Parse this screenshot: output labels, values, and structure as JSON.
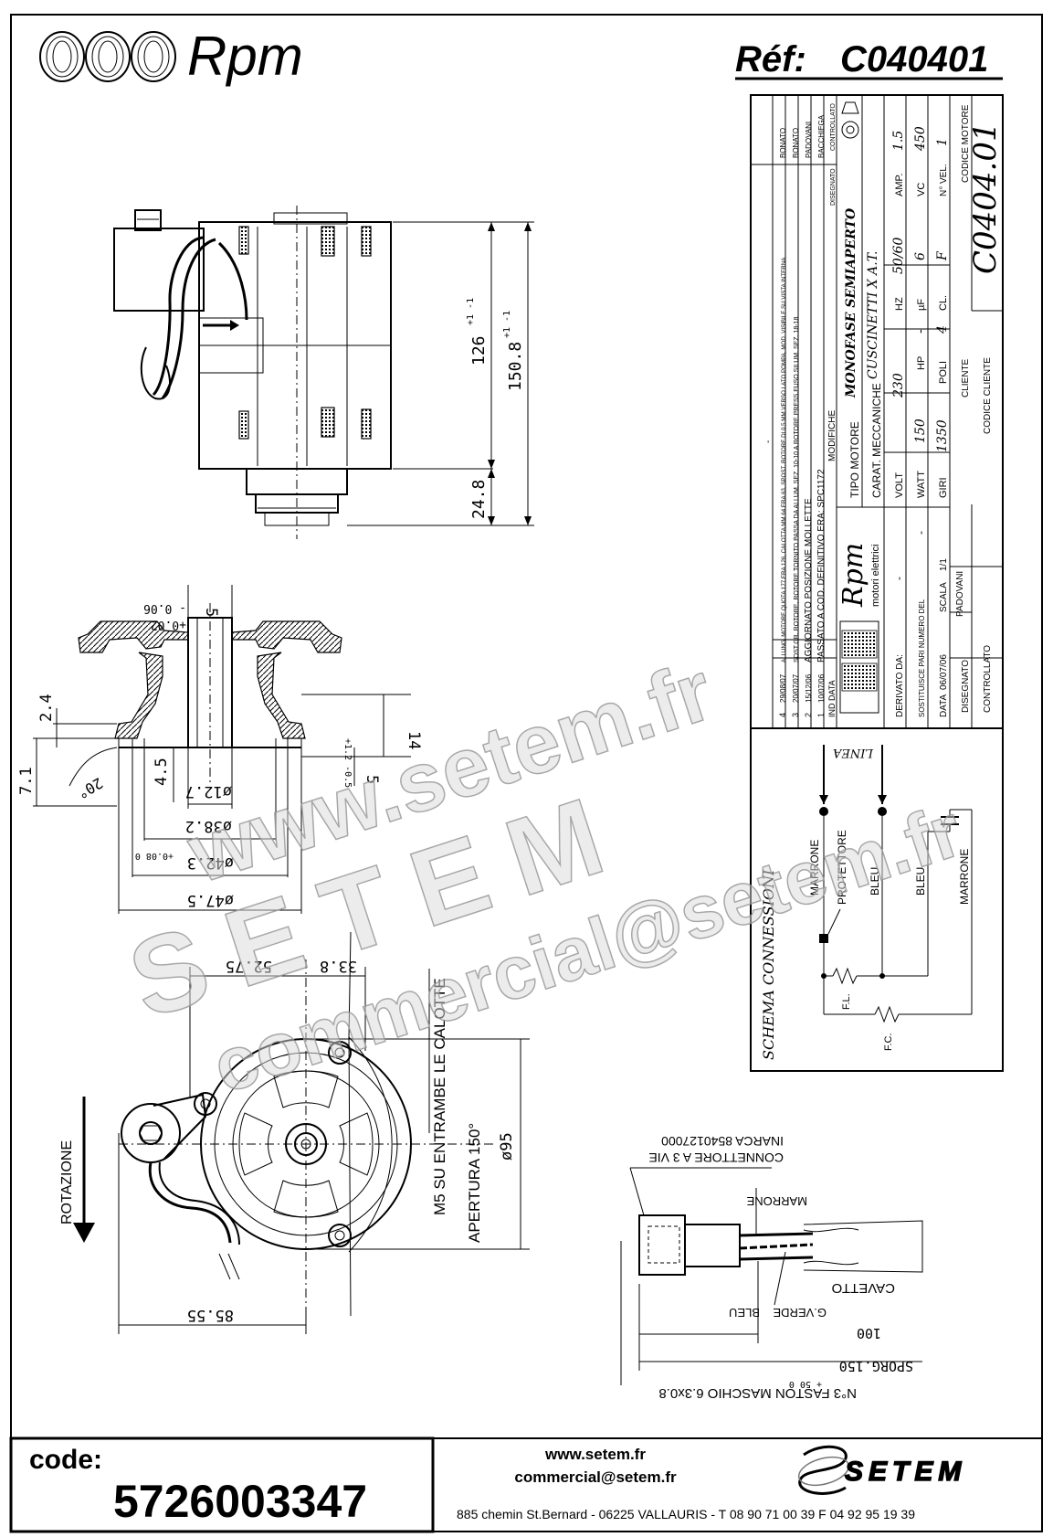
{
  "header": {
    "brand": "Rpm",
    "ref_label": "Réf:",
    "ref_value": "C040401"
  },
  "watermark": {
    "line1": "www.setem.fr",
    "line2": "SETEM",
    "line3": "commercial@setem.fr"
  },
  "dimensions": {
    "d126": "126",
    "d126_tol": "+1 -1",
    "d150": "150.8",
    "d150_tol": "+1 -1",
    "d24": "24.8",
    "d5_top": "5",
    "d002": "+0.02",
    "d006": "- 0.06",
    "d24b": "2.4",
    "d71": "7.1",
    "d20": "20°",
    "d45": "4.5",
    "d14": "14",
    "d5": "5",
    "d5_tol": "+1.2 -0.5",
    "d127": "ø12.7",
    "d382": "ø38.2",
    "d382_tol": "+0.08 0",
    "d423": "ø42.3",
    "d475": "ø47.5",
    "d5275": "52.75",
    "d338": "33.8",
    "d8555": "85.55",
    "d95": "ø95",
    "note_m5": "M5 SU ENTRAMBE LE CALOTTE",
    "apertura": "APERTURA 150°",
    "rotazione": "ROTAZIONE"
  },
  "connector": {
    "connettore": "CONNETTORE A 3 VIE",
    "inarca": "INARCA 8540127000",
    "marrone": "MARRONE",
    "bleu": "BLEU",
    "gverde": "G.VERDE",
    "cavetto": "CAVETTO",
    "d100": "100",
    "sporg": "SPORG.150",
    "sporg_tol": "+ 50 0",
    "faston": "N°3 FASTON MASCHIO 6.3x0.8"
  },
  "title_block": {
    "rows_modifiche": [
      {
        "ind": "4",
        "data": "29/08/07",
        "text": "ALLUNG. MOTORE QUOTA 177 ERA 126, CALOTTA MM 64 ERA 63, SPOST. ROTORE DI 0.5 MM VERSO LATO POMPA, MOD. VISIBILE SU VISTA INTERNA",
        "firma": "BONATO"
      },
      {
        "ind": "3",
        "data": "20/07/07",
        "text": "SOST.GR. ROTORE, ROTORE TORNITO PASSA DA ALLUM. SEZ. 10-10 A ROTORE PRESS.FUSO SILUM. SEZ. 18-18",
        "firma": "BONATO"
      },
      {
        "ind": "2",
        "data": "15/12/06",
        "text": "AGGIORNATO POSIZIONE MOLLETTE",
        "firma": "PADOVANI"
      },
      {
        "ind": "1",
        "data": "10/07/06",
        "text": "PASSATO A COD. DEFINITIVO ERA: SPC1172",
        "firma": "BACCHIEGA"
      }
    ],
    "ind_label": "IND",
    "data_label": "DATA",
    "modifiche_label": "MODIFICHE",
    "disegnato_label": "DISEGNATO",
    "controllato_label": "CONTROLLATO",
    "dash": "-",
    "logo_text": "Rpm",
    "logo_sub": "motori elettrici",
    "tipo_motore_label": "TIPO MOTORE",
    "tipo_motore": "MONOFASE SEMIAPERTO",
    "carat_label": "CARAT. MECCANICHE",
    "carat": "CUSCINETTI X A.T.",
    "volt_label": "VOLT",
    "volt": "230",
    "hz_label": "HZ",
    "hz": "50/60",
    "amp_label": "AMP.",
    "amp": "1.5",
    "watt_label": "WATT",
    "watt": "150",
    "hp_label": "HP",
    "hp": "-",
    "uf_label": "µF",
    "uf": "6",
    "vc_label": "VC",
    "vc": "450",
    "giri_label": "GIRI",
    "giri": "1350",
    "poli_label": "POLI",
    "poli": "4",
    "cl_label": "CL.",
    "cl": "F",
    "nvel_label": "N° VEL.",
    "nvel": "1",
    "derivato_label": "DERIVATO DA:",
    "derivato": "-",
    "sostituisce_label": "SOSTITUISCE PARI NUMERO DEL",
    "sostituisce": "-",
    "data_lbl": "DATA",
    "data_val": "06/07/06",
    "scala_label": "SCALA",
    "scala": "1/1",
    "disegnato_val": "PADOVANI",
    "cliente_label": "CLIENTE",
    "codice_cliente_label": "CODICE CLIENTE",
    "codice_motore_label": "CODICE MOTORE",
    "codice_motore": "C0404.01"
  },
  "schema": {
    "title": "SCHEMA CONNESSIONI",
    "linea": "LINEA",
    "marrone": "MARRONE",
    "protettore": "PROTETTORE",
    "bleu1": "BLEU",
    "bleu2": "BLEU",
    "marrone2": "MARRONE",
    "fl": "F.L.",
    "fc": "F.C."
  },
  "footer": {
    "code_label": "code:",
    "code_value": "5726003347",
    "web": "www.setem.fr",
    "email": "commercial@setem.fr",
    "address": "885 chemin St.Bernard  -  06225 VALLAURIS  -  T 08 90 71 00 39   F 04 92 95 19 39",
    "setem_logo": "SETEM"
  }
}
